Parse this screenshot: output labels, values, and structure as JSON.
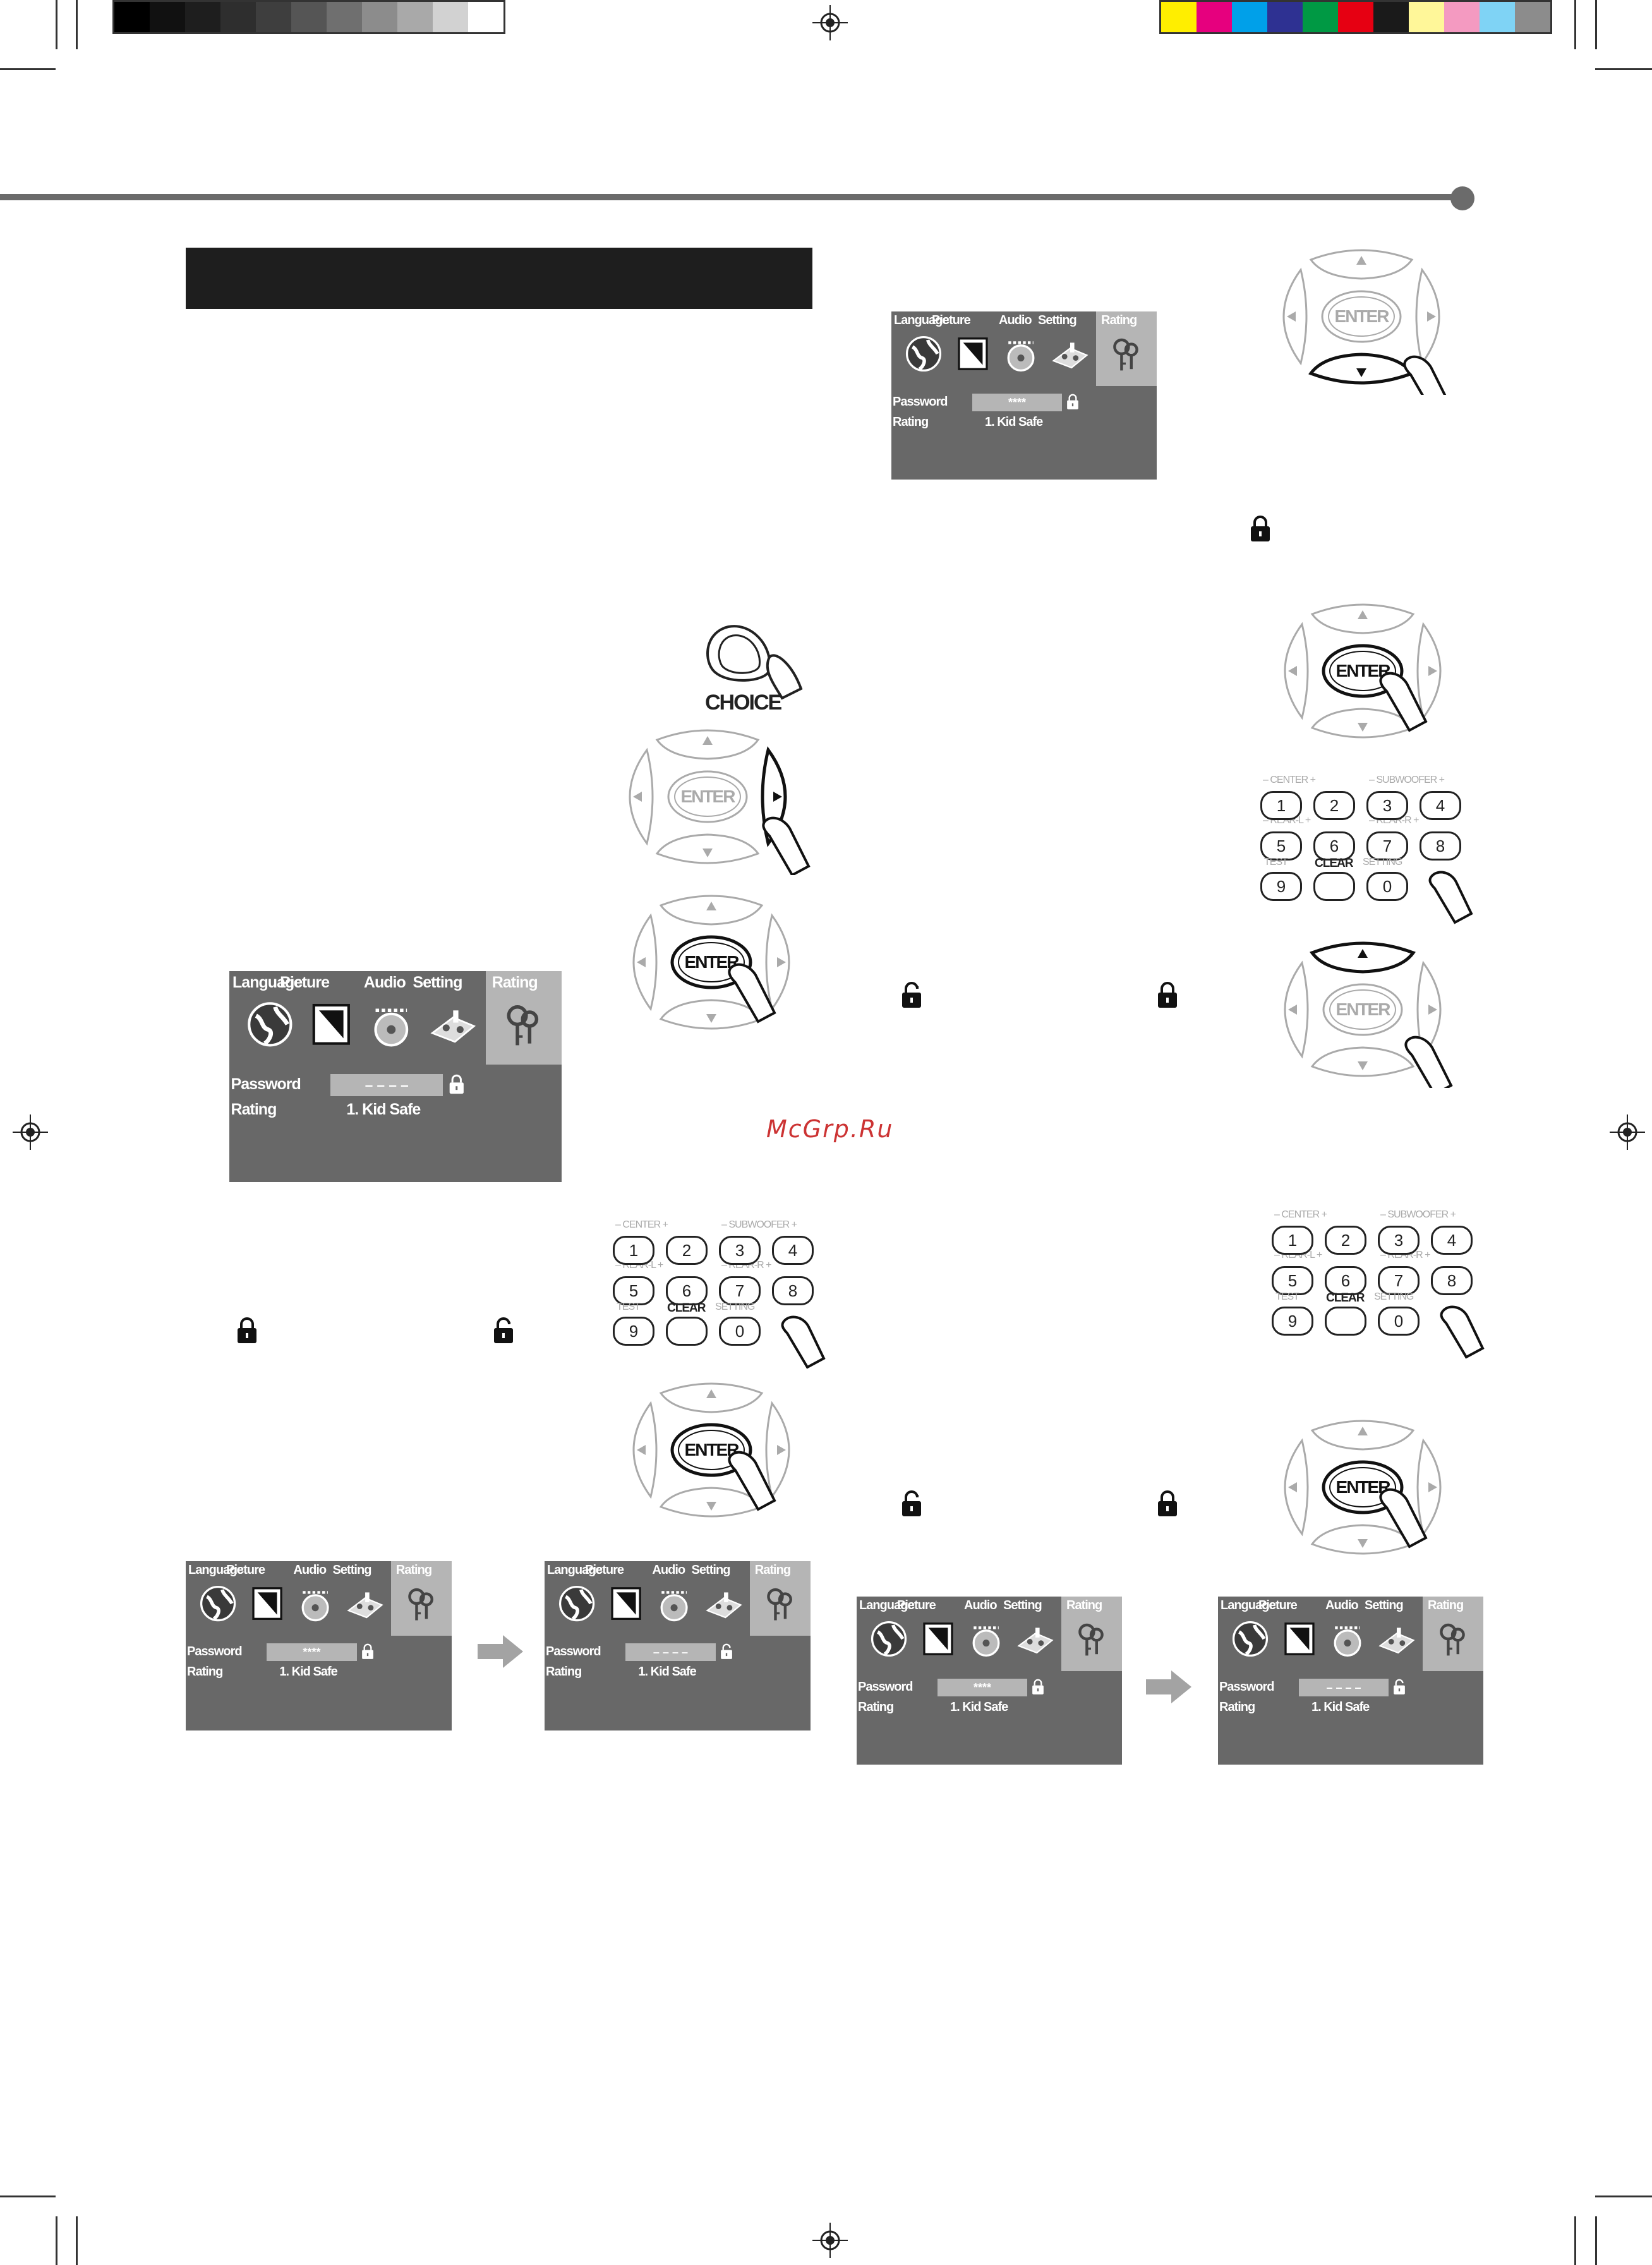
{
  "watermark": "McGrp.Ru",
  "swatches_gray": [
    "#000000",
    "#111111",
    "#1e1e1e",
    "#2e2e2e",
    "#3e3e3e",
    "#555555",
    "#6f6f6f",
    "#8c8c8c",
    "#a9a9a9",
    "#d2d2d2",
    "#ffffff"
  ],
  "swatches_color": [
    "#ffee00",
    "#e6007e",
    "#00a0e9",
    "#2e3192",
    "#009944",
    "#e60012",
    "#1a1a1a",
    "#fff799",
    "#f49ac1",
    "#7fd3f5",
    "#8c8c8c"
  ],
  "osd": {
    "tabs": [
      "Language",
      "Picture",
      "Audio",
      "Setting",
      "Rating"
    ],
    "password_label": "Password",
    "rating_label": "Rating",
    "rating_value": "1. Kid Safe",
    "password_masked": "****",
    "password_empty": "– – – –"
  },
  "remote": {
    "enter_label": "ENTER",
    "choice_label": "CHOICE"
  },
  "keypad": {
    "keys": [
      "1",
      "2",
      "3",
      "4",
      "5",
      "6",
      "7",
      "8",
      "9",
      "",
      "0"
    ],
    "group_labels": [
      "CENTER",
      "SUBWOOFER",
      "REAR-L",
      "REAR-R"
    ],
    "test_label": "TEST",
    "clear_label": "CLEAR",
    "setting_label": "SETTING",
    "minus": "–",
    "plus": "+"
  },
  "colors": {
    "osd_bg": "#686868",
    "osd_active": "#b5b5b5",
    "title_bar": "#1e1e1e",
    "rule": "#6b6b6b"
  }
}
